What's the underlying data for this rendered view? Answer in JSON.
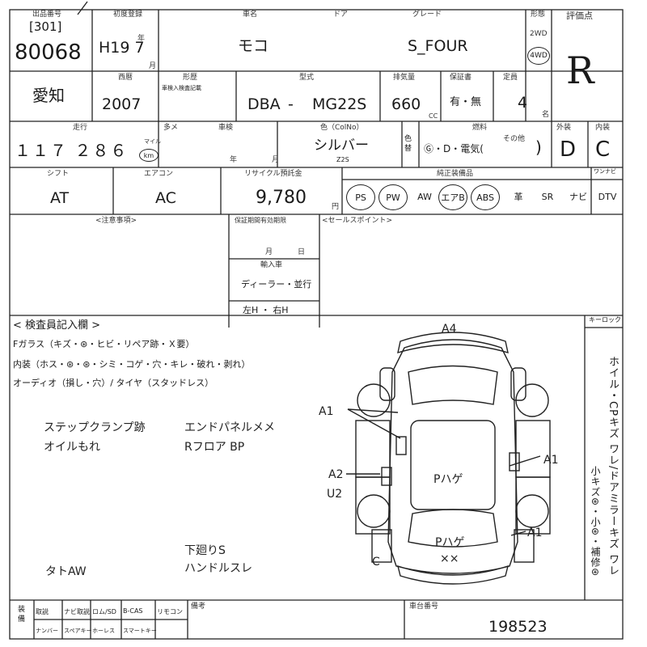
{
  "header": {
    "auction_label": "出品番号",
    "lane": "[301]",
    "lot_number": "80068",
    "reg_year_label": "初度登録",
    "reg_year": "H19 7",
    "year_suffix": "年",
    "month_suffix": "月",
    "car_name_label": "車名",
    "car_name": "モコ",
    "door_label": "ドア",
    "grade_label": "グレード",
    "grade": "S_FOUR",
    "drive_label": "形態",
    "drive_2wd": "2WD",
    "drive_4wd": "4WD",
    "score_label": "評価点",
    "score": "R"
  },
  "row2": {
    "region": "愛知",
    "model_year_label": "西暦",
    "model_year": "2007",
    "history_label": "形歴",
    "history_sub": "車検入検査記載",
    "model_label": "型式",
    "model_prefix": "DBA",
    "model_dash": "-",
    "model": "MG22S",
    "displacement_label": "排気量",
    "displacement": "660",
    "cc": "CC",
    "inspection_label": "保証書",
    "inspection": "有・無",
    "capacity_label": "定員",
    "capacity": "4",
    "capacity_unit": "名"
  },
  "row3": {
    "mileage_label": "走行",
    "mileage": "１１７ ２８６",
    "mile_unit": "マイル",
    "km_unit": "km",
    "meter_label": "多メ",
    "shaken_label": "車検",
    "shaken_year": "年",
    "shaken_month": "月",
    "color_label": "色（ColNo）",
    "color": "シルバー",
    "color_code": "Z2S",
    "color_change_label": "色替",
    "fuel_label": "燃料",
    "fuel": "Ⓖ・D・電気(",
    "fuel_other": "その他",
    "fuel_close": ")",
    "exterior_label": "外装",
    "exterior": "D",
    "interior_label": "内装",
    "interior": "C"
  },
  "row4": {
    "shift_label": "シフト",
    "shift": "AT",
    "ac_label": "エアコン",
    "ac": "AC",
    "recycle_label": "リサイクル預託金",
    "recycle": "9,780",
    "recycle_unit": "円",
    "equip_label": "純正装備品",
    "equip": [
      "PS",
      "PW",
      "AW",
      "エアB",
      "ABS",
      "革",
      "SR",
      "ナビ",
      "DTV"
    ],
    "equip_circled": [
      true,
      true,
      false,
      true,
      true,
      false,
      false,
      false,
      false
    ],
    "onenavi_label": "ワンナビ"
  },
  "notes": {
    "caution_label": "<注意事項>",
    "warranty_label": "保証期間有効期限",
    "warranty_month": "月",
    "warranty_day": "日",
    "import_label": "輸入車",
    "import_type": "ディーラー・並行",
    "import_hand": "左H ・ 右H",
    "sales_label": "<セールスポイント>"
  },
  "inspector": {
    "title": "< 検査員記入欄 >",
    "line1": "Fガラス（キズ・⊛・ヒビ・リペア跡・Ｘ要）",
    "line2": "内装（ホス・⊛・⊛・シミ・コゲ・穴・キレ・破れ・剥れ）",
    "line3": "オーディオ（損し・穴）/ タイヤ（スタッドレス）",
    "hw1": "ステップクランプ跡",
    "hw2": "オイルもれ",
    "hw3": "エンドパネルメメ",
    "hw4": "Rフロア BP",
    "hw5": "下廻りS",
    "hw6": "ハンドルスレ",
    "hw7": "タトAW",
    "keyless_label": "キーロック",
    "side_text": "ホイル・CPキズ ワレ/ドアミラーキズ ワレ",
    "side_text2": "小キズ⊛・小⊛・補修⊛"
  },
  "diagram": {
    "a4": "A4",
    "a1_left": "A1",
    "a1_right": "A1",
    "a2": "A2",
    "u2": "U2",
    "a1_bottom": "A1",
    "p_hage_mid": "Pハゲ",
    "p_hage_rear": "Pハゲ",
    "xx": "××",
    "c": "C"
  },
  "footer": {
    "options_label": "装備",
    "opt_row1": [
      "取説",
      "ナビ取説",
      "ロム/SD",
      "B-CAS",
      "リモコン"
    ],
    "opt_row2": [
      "ナンバー",
      "スペアキー",
      "ホーレス",
      "スマートキー"
    ],
    "vin_label": "車台番号",
    "vin": "198523",
    "remarks_label": "備考"
  }
}
